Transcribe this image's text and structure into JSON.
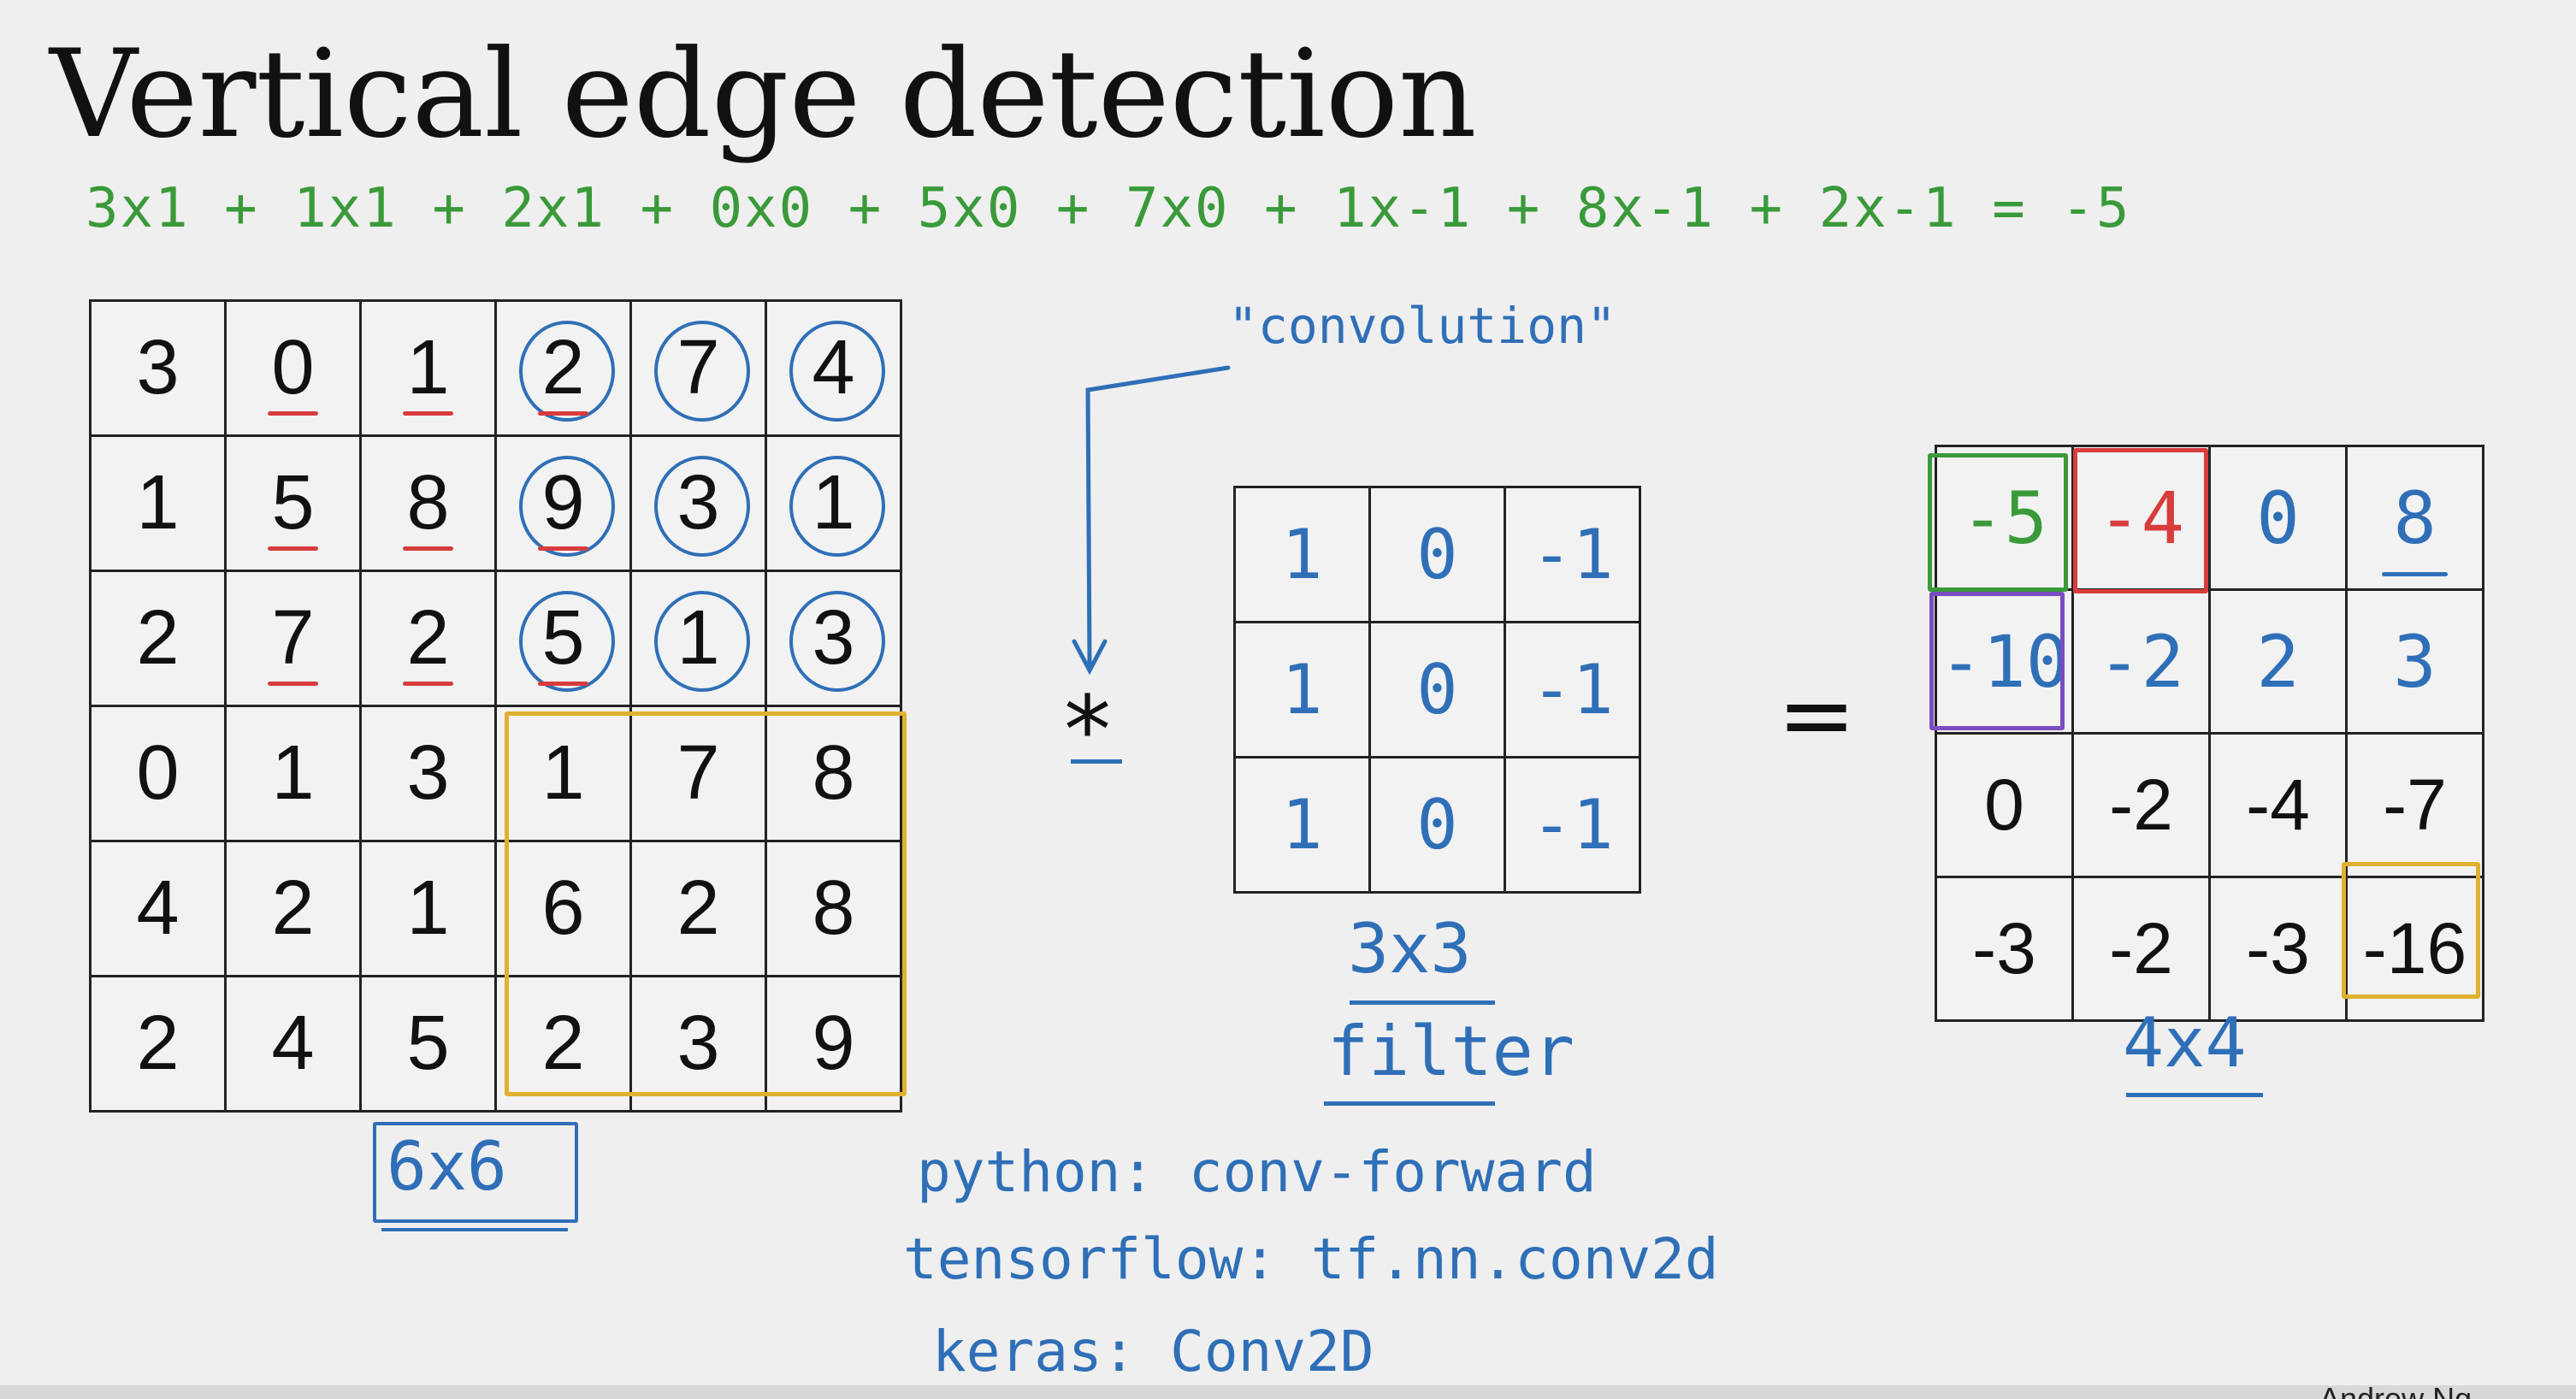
{
  "title": "Vertical edge detection",
  "equation": "3x1 + 1x1 + 2x1 + 0x0 + 5x0 + 7x0 + 1x-1 + 8x-1 + 2x-1 = -5",
  "input_matrix": [
    [
      "3",
      "0",
      "1",
      "2",
      "7",
      "4"
    ],
    [
      "1",
      "5",
      "8",
      "9",
      "3",
      "1"
    ],
    [
      "2",
      "7",
      "2",
      "5",
      "1",
      "3"
    ],
    [
      "0",
      "1",
      "3",
      "1",
      "7",
      "8"
    ],
    [
      "4",
      "2",
      "1",
      "6",
      "2",
      "8"
    ],
    [
      "2",
      "4",
      "5",
      "2",
      "3",
      "9"
    ]
  ],
  "input_label": "6x6",
  "convolution_label": "\"convolution\"",
  "operator_star": "*",
  "filter_matrix": [
    [
      "1",
      "0",
      "-1"
    ],
    [
      "1",
      "0",
      "-1"
    ],
    [
      "1",
      "0",
      "-1"
    ]
  ],
  "filter_size_label": "3x3",
  "filter_label": "filter",
  "operator_equals": "=",
  "output_matrix": [
    [
      "-5",
      "-4",
      "0",
      "8"
    ],
    [
      "-10",
      "-2",
      "2",
      "3"
    ],
    [
      "0",
      "-2",
      "-4",
      "-7"
    ],
    [
      "-3",
      "-2",
      "-3",
      "-16"
    ]
  ],
  "output_label": "4x4",
  "api": {
    "python": "python: conv-forward",
    "tensorflow": "tensorflow: tf.nn.conv2d",
    "keras": "keras: Conv2D"
  },
  "signature": "Andrew Ng",
  "colors": {
    "green": "#3a9a3a",
    "blue": "#2f6fb7",
    "red": "#d83c3c",
    "yellow": "#e0b030",
    "purple": "#7a4cc0"
  }
}
